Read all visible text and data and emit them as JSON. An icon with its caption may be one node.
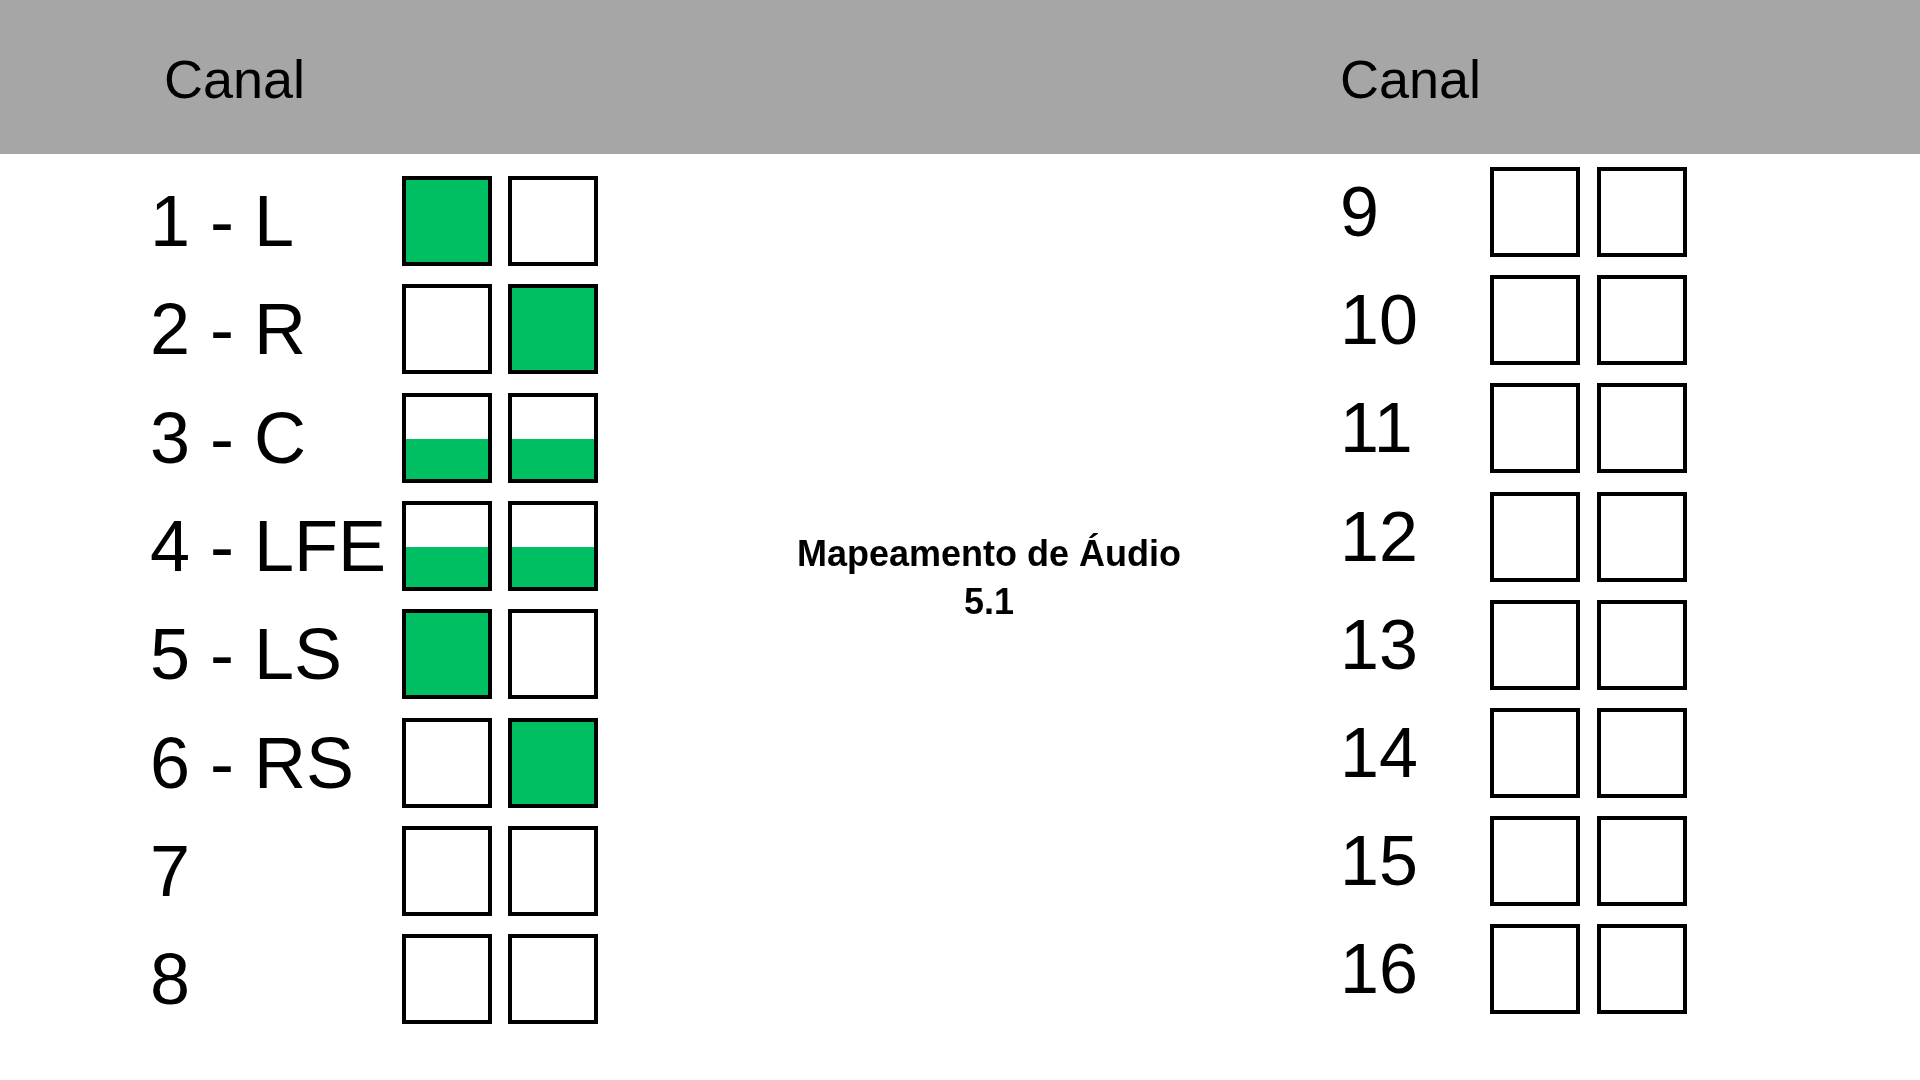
{
  "diagram": {
    "title": "Mapeamento de Áudio 5.1",
    "labels": [
      "Canal",
      "Canal",
      "1 - L",
      "2 - R",
      "3 - C",
      "4 - LFE",
      "5 - LS",
      "6 - RS",
      "7",
      "8",
      "9",
      "10",
      "11",
      "12",
      "13",
      "14",
      "15",
      "16"
    ]
  }
}
